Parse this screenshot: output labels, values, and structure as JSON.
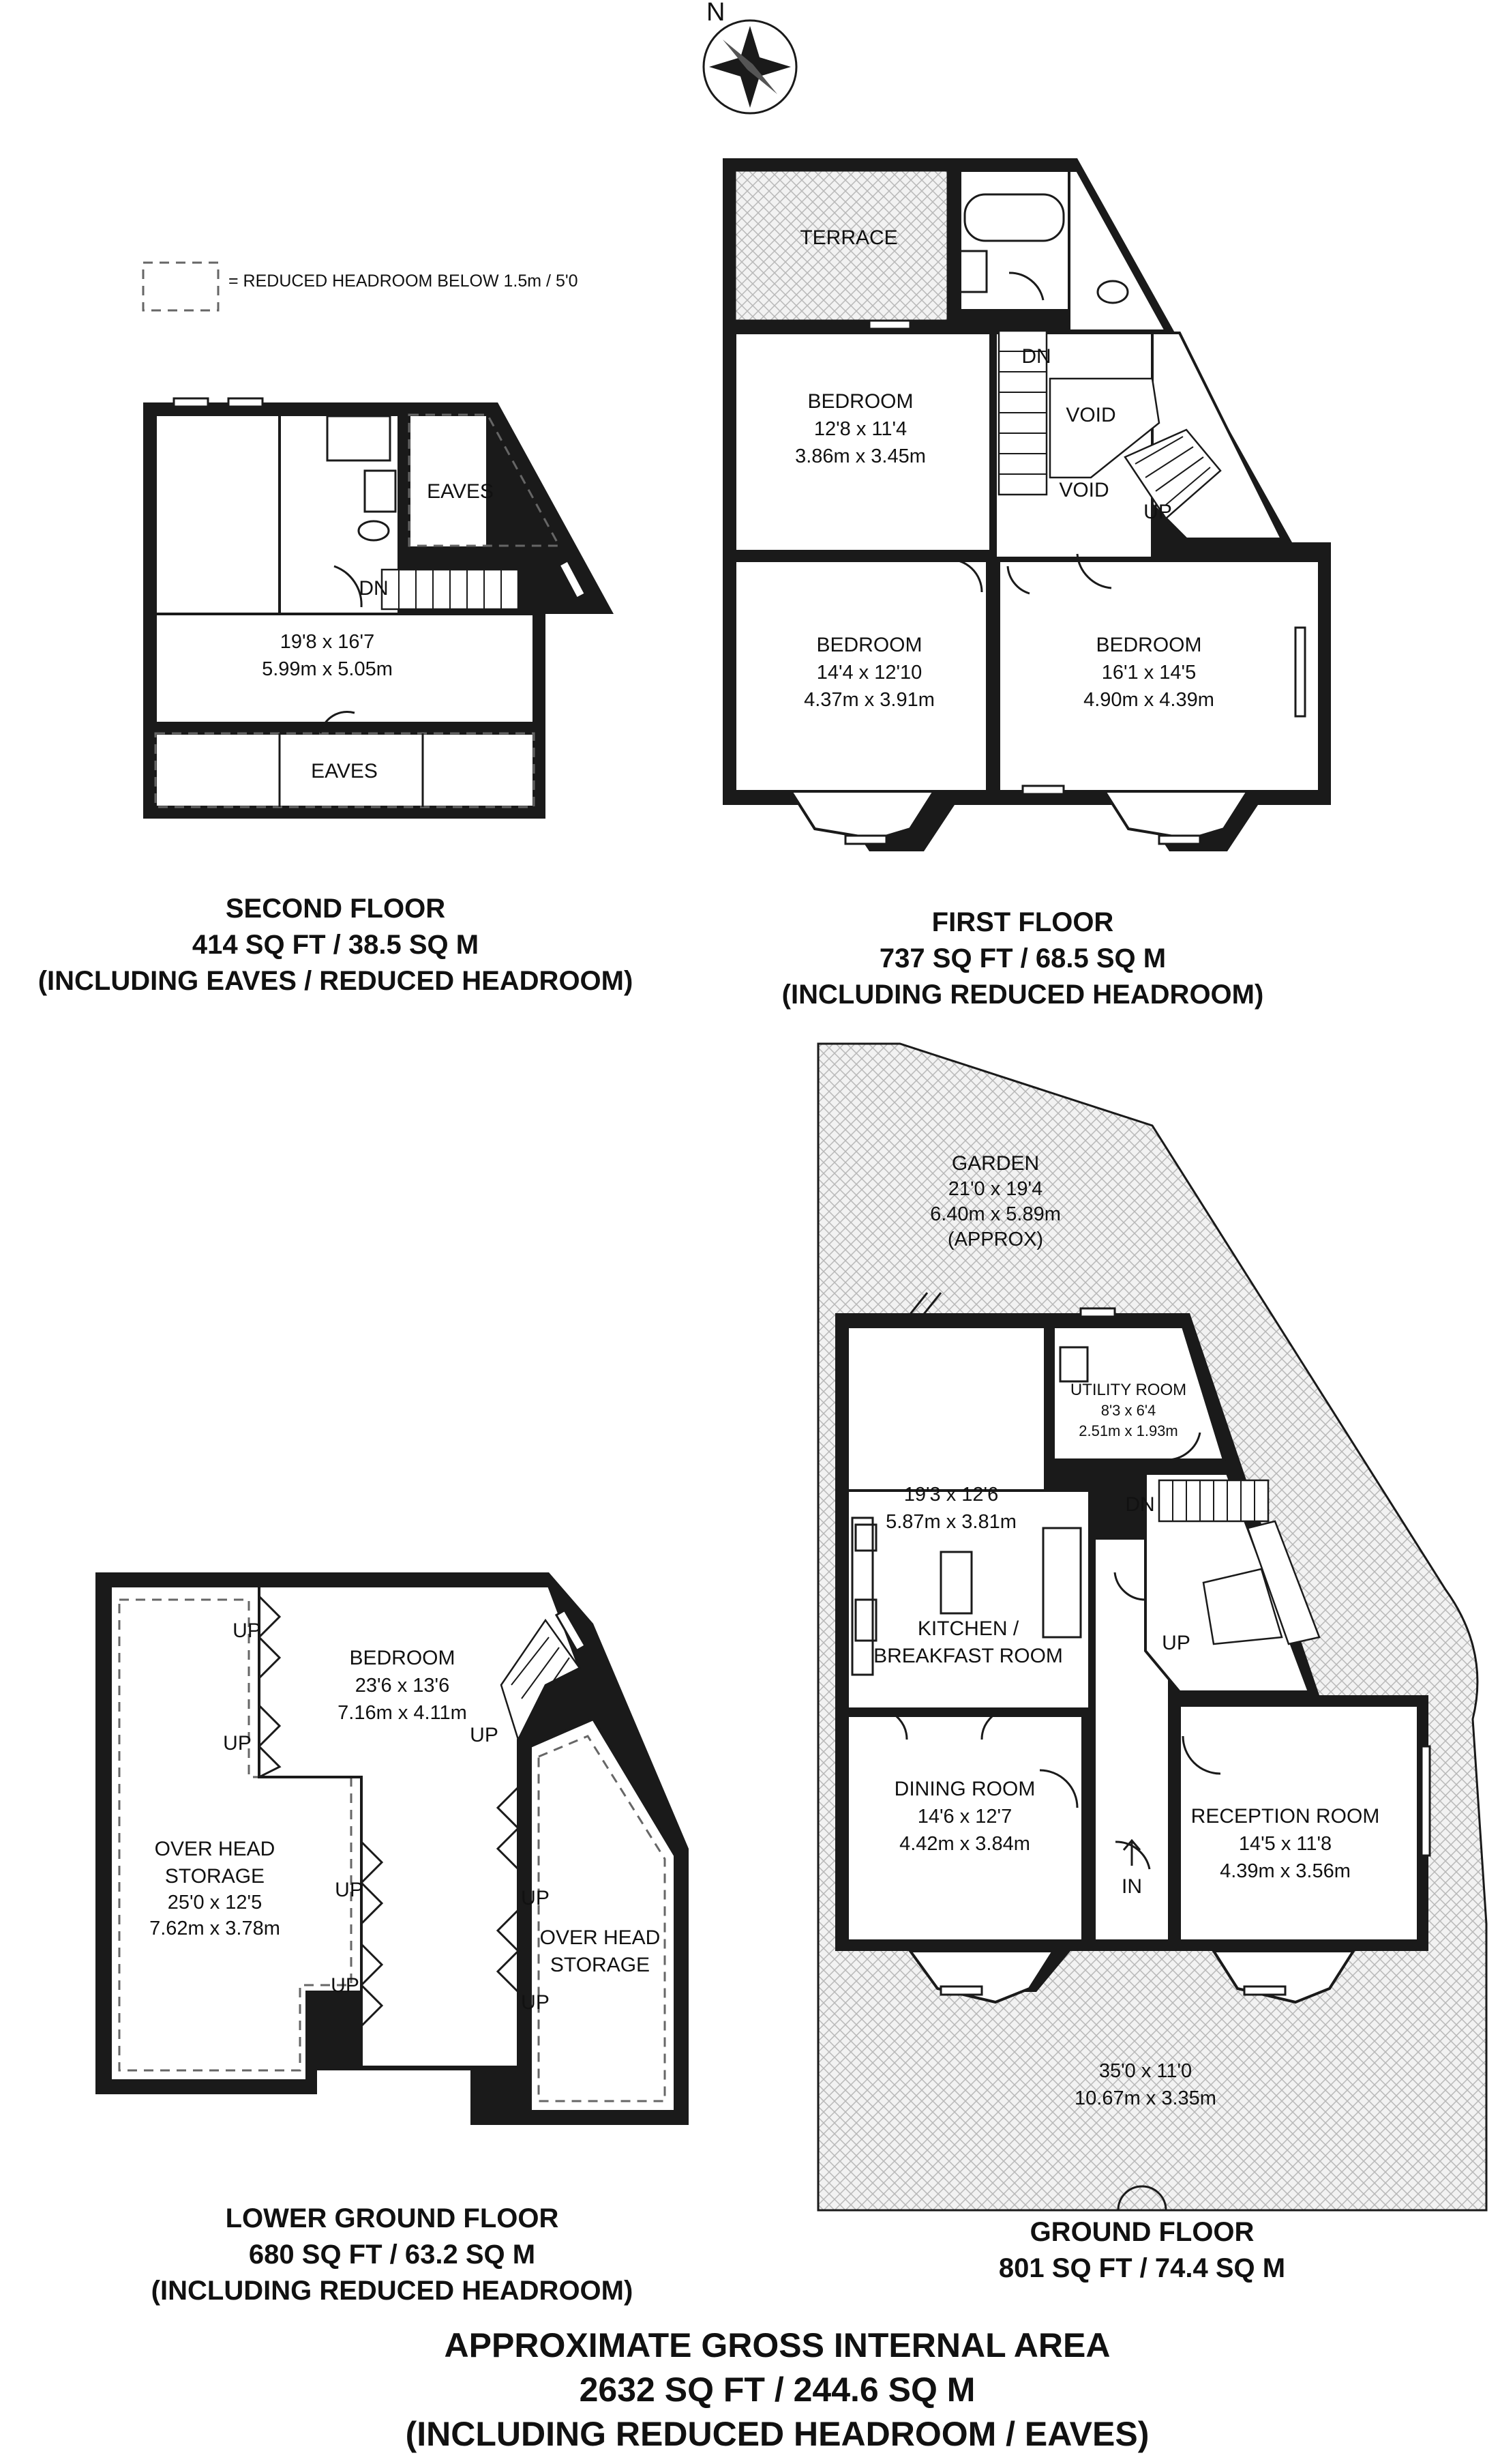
{
  "compass": {
    "label": "N"
  },
  "legend": {
    "text": "= REDUCED HEADROOM BELOW 1.5m / 5'0"
  },
  "second_floor": {
    "room_size_imperial": "19'8 x 16'7",
    "room_size_metric": "5.99m x 5.05m",
    "eaves_top": "EAVES",
    "eaves_bottom": "EAVES",
    "stair_label": "DN",
    "caption_title": "SECOND FLOOR",
    "caption_area": "414 SQ FT / 38.5 SQ M",
    "caption_note": "(INCLUDING EAVES / REDUCED HEADROOM)"
  },
  "first_floor": {
    "terrace": "TERRACE",
    "bedroom_a_name": "BEDROOM",
    "bedroom_a_imperial": "12'8 x 11'4",
    "bedroom_a_metric": "3.86m x 3.45m",
    "bedroom_b_name": "BEDROOM",
    "bedroom_b_imperial": "14'4 x 12'10",
    "bedroom_b_metric": "4.37m x 3.91m",
    "bedroom_c_name": "BEDROOM",
    "bedroom_c_imperial": "16'1 x 14'5",
    "bedroom_c_metric": "4.90m x 4.39m",
    "void_a": "VOID",
    "void_b": "VOID",
    "stair_dn": "DN",
    "stair_up": "UP",
    "caption_title": "FIRST FLOOR",
    "caption_area": "737 SQ FT / 68.5 SQ M",
    "caption_note": "(INCLUDING REDUCED HEADROOM)"
  },
  "lower_ground_floor": {
    "bedroom_name": "BEDROOM",
    "bedroom_imperial": "23'6 x 13'6",
    "bedroom_metric": "7.16m x 4.11m",
    "storage_a_name_1": "OVER HEAD",
    "storage_a_name_2": "STORAGE",
    "storage_a_imperial": "25'0 x 12'5",
    "storage_a_metric": "7.62m x 3.78m",
    "storage_b_name_1": "OVER HEAD",
    "storage_b_name_2": "STORAGE",
    "up_label": "UP",
    "caption_title": "LOWER GROUND FLOOR",
    "caption_area": "680 SQ FT / 63.2 SQ M",
    "caption_note": "(INCLUDING REDUCED HEADROOM)"
  },
  "ground_floor": {
    "garden_name": "GARDEN",
    "garden_imperial": "21'0 x 19'4",
    "garden_metric": "6.40m x 5.89m",
    "garden_note": "(APPROX)",
    "utility_name": "UTILITY ROOM",
    "utility_imperial": "8'3 x 6'4",
    "utility_metric": "2.51m x 1.93m",
    "kitchen_imperial": "19'3 x 12'6",
    "kitchen_metric": "5.87m x 3.81m",
    "kitchen_name_1": "KITCHEN /",
    "kitchen_name_2": "BREAKFAST ROOM",
    "dining_name": "DINING ROOM",
    "dining_imperial": "14'6 x 12'7",
    "dining_metric": "4.42m x 3.84m",
    "reception_name": "RECEPTION ROOM",
    "reception_imperial": "14'5 x 11'8",
    "reception_metric": "4.39m x 3.56m",
    "front_imperial": "35'0 x 11'0",
    "front_metric": "10.67m x 3.35m",
    "stair_dn": "DN",
    "stair_up": "UP",
    "entrance": "IN",
    "caption_title": "GROUND FLOOR",
    "caption_area": "801 SQ FT / 74.4 SQ M"
  },
  "total": {
    "title": "APPROXIMATE GROSS INTERNAL AREA",
    "area": "2632 SQ FT / 244.6 SQ M",
    "note": "(INCLUDING REDUCED HEADROOM / EAVES)"
  }
}
